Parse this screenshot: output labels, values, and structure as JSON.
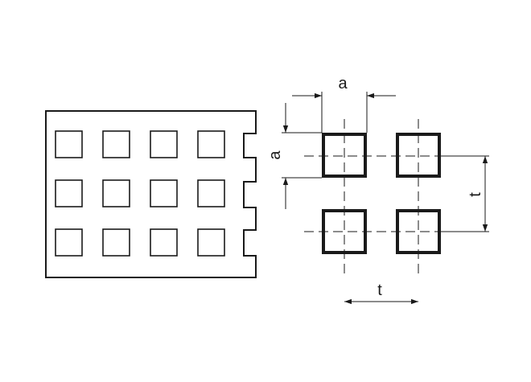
{
  "labels": {
    "side_width": "a",
    "side_height": "a",
    "pitch_vertical": "t",
    "pitch_horizontal": "t"
  },
  "sheet": {
    "rows": 3,
    "cols": 4
  },
  "colors": {
    "ink": "#1a1a1a",
    "background": "#ffffff"
  }
}
